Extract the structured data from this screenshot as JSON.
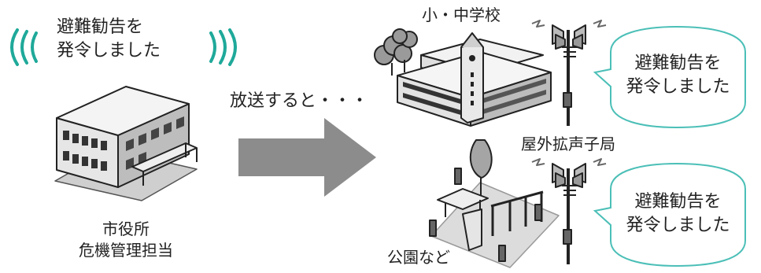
{
  "city_hall": {
    "message": [
      "避難勧告を",
      "発令しました"
    ],
    "label": [
      "市役所",
      "危機管理担当"
    ]
  },
  "broadcast_text": "放送すると・・・",
  "school_label": "小・中学校",
  "speaker_label": "屋外拡声子局",
  "park_label": "公園など",
  "bubble_top": [
    "避難勧告を",
    "発令しました"
  ],
  "bubble_bottom": [
    "避難勧告を",
    "発令しました"
  ],
  "colors": {
    "wave": "#1fa99a",
    "bubble_border": "#4bbfb7",
    "arrow": "#8c8c8c",
    "line": "#222222"
  }
}
